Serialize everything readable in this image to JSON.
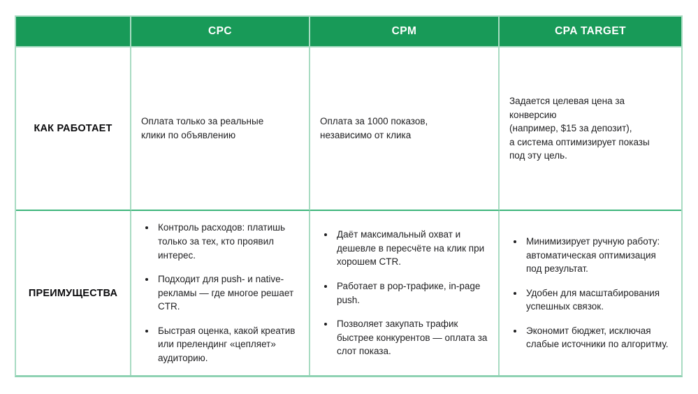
{
  "colors": {
    "header_bg": "#189a58",
    "border_light": "#a8dbc2",
    "row_divider": "#3eb57b",
    "header_text": "#ffffff",
    "body_text": "#1f1f21"
  },
  "table": {
    "headers": [
      "",
      "CPC",
      "CPM",
      "CPA TARGET"
    ],
    "row_how": {
      "label": "КАК РАБОТАЕТ",
      "cpc": "Оплата только за реальные\nклики по объявлению",
      "cpm": "Оплата за 1000 показов,\nнезависимо от клика",
      "cpa": "Задается целевая цена за конверсию\n(например, $15 за депозит),\nа система оптимизирует показы\nпод эту цель."
    },
    "row_advantages": {
      "label": "ПРЕИМУЩЕСТВА",
      "cpc": [
        "Контроль расходов: платишь только за тех, кто проявил интерес.",
        "Подходит для push- и native-рекламы — где многое решает CTR.",
        "Быстрая оценка, какой креатив или прелендинг «цепляет» аудиторию."
      ],
      "cpm": [
        "Даёт максимальный охват и дешевле в пересчёте на клик при хорошем CTR.",
        "Работает в pop-трафике, in-page push.",
        "Позволяет закупать трафик быстрее конкурентов — оплата за слот показа."
      ],
      "cpa": [
        "Минимизирует ручную работу: автоматическая оптимизация под результат.",
        "Удобен для масштабирования успешных связок.",
        "Экономит бюджет, исключая слабые источники по алгоритму."
      ]
    }
  },
  "chart_data": {
    "type": "table",
    "columns": [
      "",
      "CPC",
      "CPM",
      "CPA TARGET"
    ],
    "rows": [
      {
        "label": "КАК РАБОТАЕТ",
        "CPC": "Оплата только за реальные клики по объявлению",
        "CPM": "Оплата за 1000 показов, независимо от клика",
        "CPA TARGET": "Задается целевая цена за конверсию (например, $15 за депозит), а система оптимизирует показы под эту цель."
      },
      {
        "label": "ПРЕИМУЩЕСТВА",
        "CPC": [
          "Контроль расходов: платишь только за тех, кто проявил интерес.",
          "Подходит для push- и native-рекламы — где многое решает CTR.",
          "Быстрая оценка, какой креатив или прелендинг «цепляет» аудиторию."
        ],
        "CPM": [
          "Даёт максимальный охват и дешевле в пересчёте на клик при хорошем CTR.",
          "Работает в pop-трафике, in-page push.",
          "Позволяет закупать трафик быстрее конкурентов — оплата за слот показа."
        ],
        "CPA TARGET": [
          "Минимизирует ручную работу: автоматическая оптимизация под результат.",
          "Удобен для масштабирования успешных связок.",
          "Экономит бюджет, исключая слабые источники по алгоритму."
        ]
      }
    ],
    "title": "",
    "legend_position": "none",
    "grid": true
  }
}
